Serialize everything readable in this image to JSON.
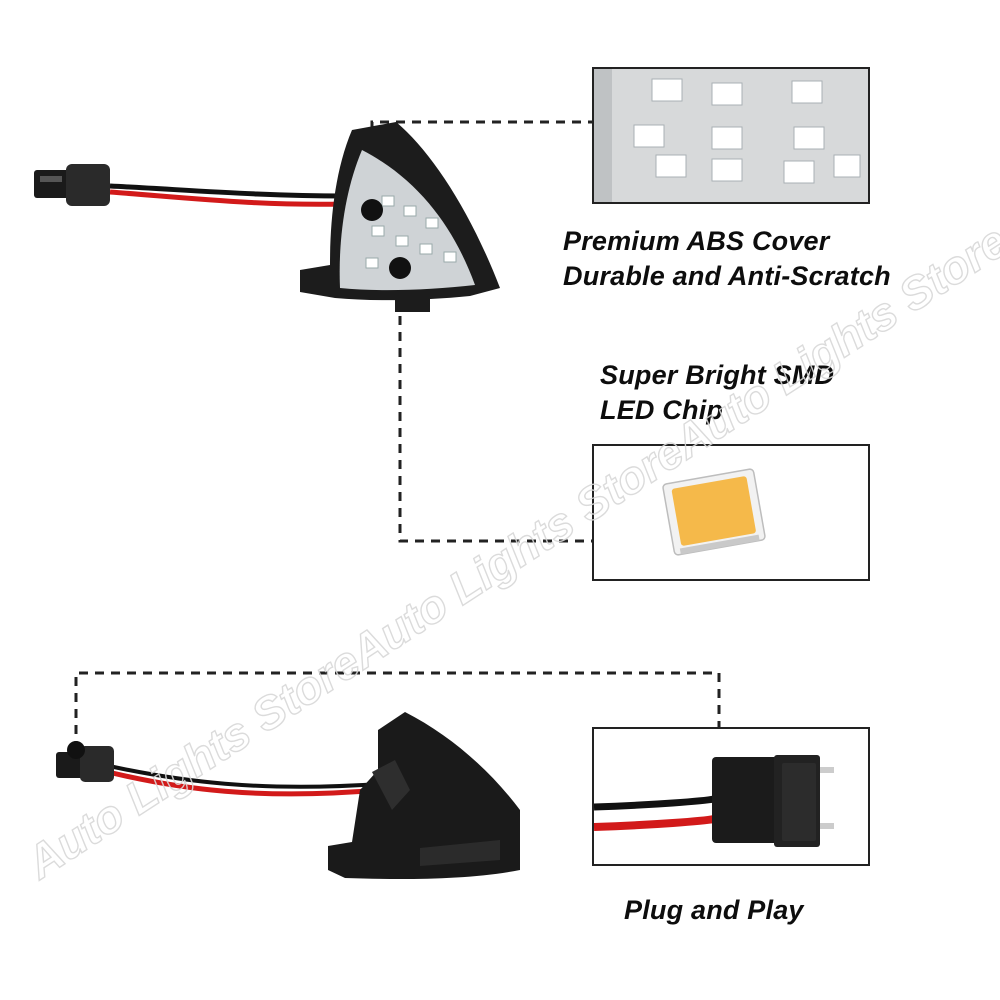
{
  "feature_cover": {
    "line1": "Premium ABS Cover",
    "line2": "Durable and Anti-Scratch"
  },
  "feature_chip": {
    "line1": "Super Bright SMD",
    "line2": "LED Chip"
  },
  "feature_plug": {
    "line1": "Plug and Play"
  },
  "watermark": "Auto Lights StoreAuto Lights StoreAuto Lights Store",
  "colors": {
    "housing": "#1c1c1c",
    "wire_red": "#d21a1a",
    "wire_black": "#111111",
    "chip": "#f5b94a",
    "dashed_line": "#222222"
  }
}
